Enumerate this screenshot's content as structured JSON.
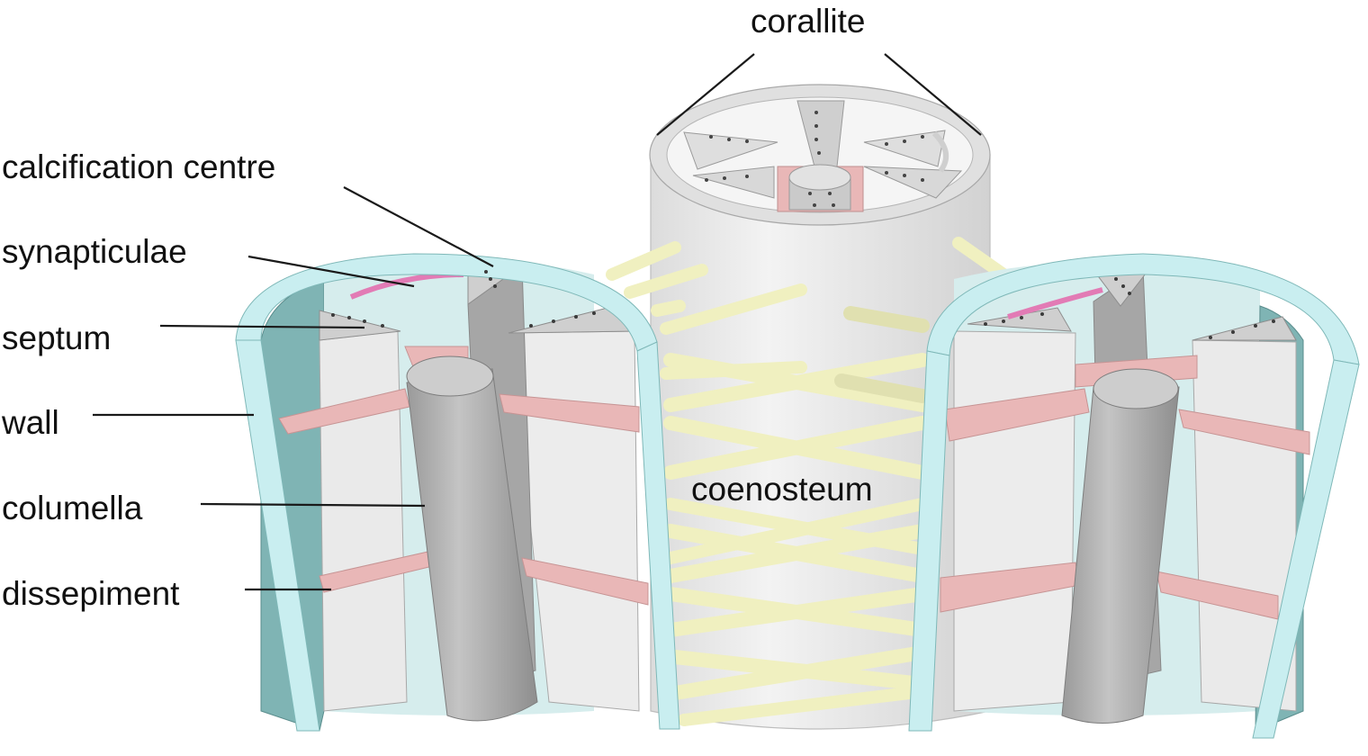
{
  "labels": {
    "corallite": "corallite",
    "calcification_centre": "calcification centre",
    "synapticulae": "synapticulae",
    "septum": "septum",
    "wall": "wall",
    "columella": "columella",
    "dissepiment": "dissepiment",
    "coenosteum": "coenosteum"
  },
  "colors": {
    "wall": "#c8eef0",
    "wall_dark": "#7fb8b8",
    "septum": "#eeeeee",
    "columella": "#a8a8a8",
    "dissepiment": "#e8b4b4",
    "synapticulae": "#e27bb5",
    "coenosteum": "#f2f2c0",
    "corallite_body": "#e9e9e9"
  }
}
